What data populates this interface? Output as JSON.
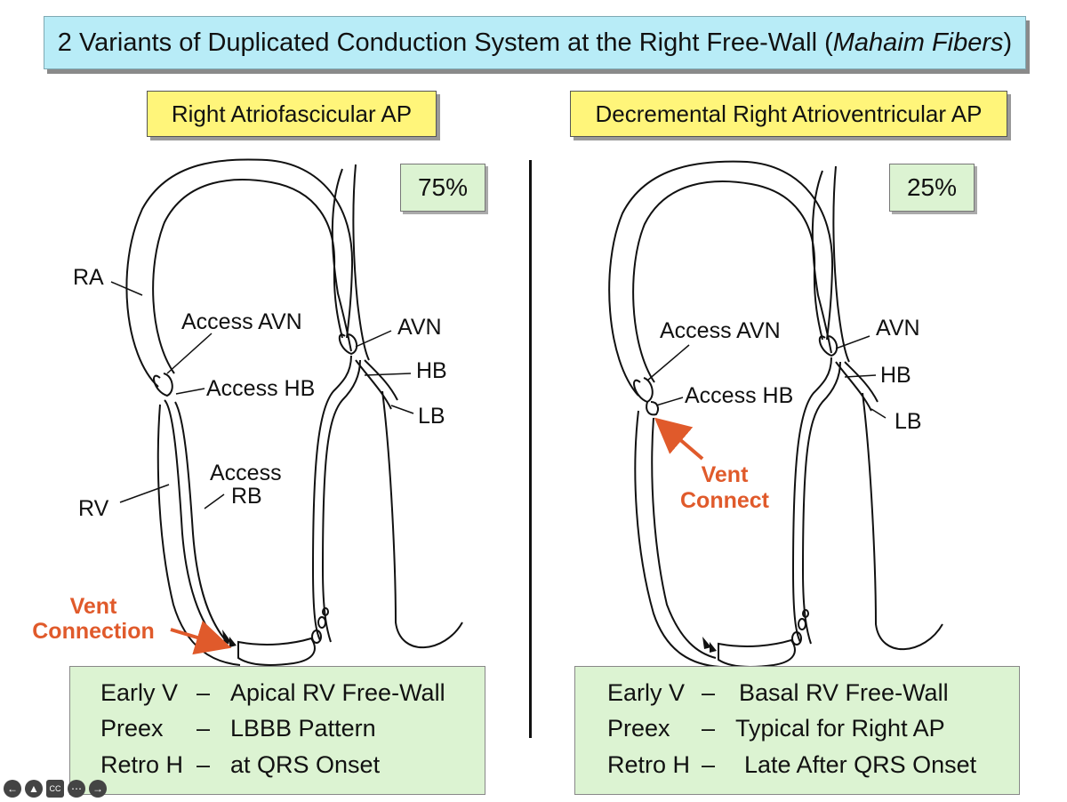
{
  "title": {
    "main": "2 Variants of Duplicated Conduction System at the Right Free-Wall (",
    "emph": "Mahaim Fibers",
    "close": ")"
  },
  "left": {
    "heading": "Right Atriofascicular AP",
    "percent": "75%",
    "labels": {
      "ra": "RA",
      "access_avn": "Access AVN",
      "access_hb": "Access HB",
      "access_rb_1": "Access",
      "access_rb_2": "RB",
      "rv": "RV",
      "avn": "AVN",
      "hb": "HB",
      "lb": "LB",
      "vent_1": "Vent",
      "vent_2": "Connection"
    },
    "summary": [
      {
        "key": "Early V",
        "dash": "–",
        "value": "Apical RV Free-Wall"
      },
      {
        "key": "Preex",
        "dash": "–",
        "value": "LBBB Pattern"
      },
      {
        "key": "Retro H",
        "dash": "–",
        "value": "at QRS Onset"
      }
    ]
  },
  "right": {
    "heading": "Decremental Right Atrioventricular AP",
    "percent": "25%",
    "labels": {
      "access_avn": "Access AVN",
      "access_hb": "Access HB",
      "avn": "AVN",
      "hb": "HB",
      "lb": "LB",
      "vent_1": "Vent",
      "vent_2": "Connect"
    },
    "summary": [
      {
        "key": "Early V",
        "dash": "–",
        "value": "Basal RV Free-Wall"
      },
      {
        "key": "Preex",
        "dash": "–",
        "value": "Typical for Right AP"
      },
      {
        "key": "Retro H",
        "dash": "–",
        "value": "Late After QRS Onset"
      }
    ]
  },
  "colors": {
    "title_bg": "#b8ecf7",
    "heading_bg": "#fff57a",
    "green_bg": "#dcf3d2",
    "accent": "#e05a2b"
  },
  "player_controls": [
    "back-icon",
    "upload-icon",
    "captions-icon",
    "more-icon",
    "forward-icon"
  ]
}
